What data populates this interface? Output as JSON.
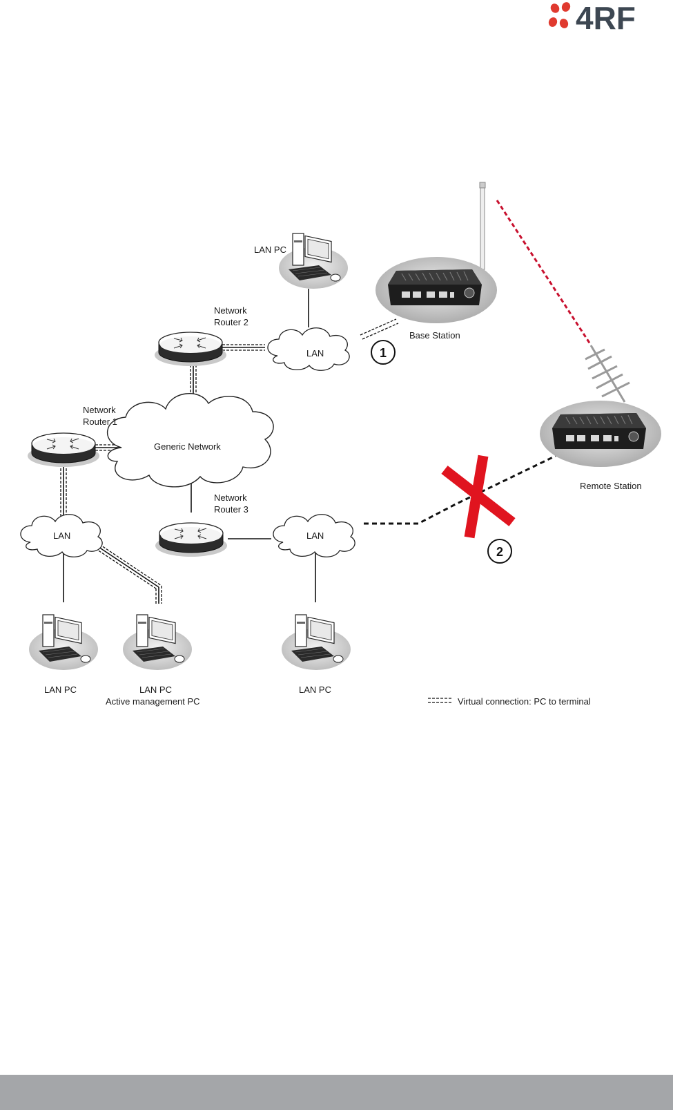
{
  "brand": {
    "logo_text": "4RF",
    "dot_color": "#e03a2f",
    "text_color": "#3d4752"
  },
  "labels": {
    "lan_pc_top": "LAN PC",
    "router2_line1": "Network",
    "router2_line2": "Router 2",
    "router1_line1": "Network",
    "router1_line2": "Router 1",
    "router3_line1": "Network",
    "router3_line2": "Router 3",
    "lan_top": "LAN",
    "lan_left": "LAN",
    "lan_mid": "LAN",
    "generic_network": "Generic Network",
    "base_station": "Base Station",
    "remote_station": "Remote Station",
    "marker_1": "1",
    "marker_2": "2",
    "lan_pc_1": "LAN PC",
    "lan_pc_2": "LAN PC",
    "active_mgmt_pc": "Active management PC",
    "lan_pc_3": "LAN PC",
    "legend_text": "Virtual connection: PC to terminal"
  },
  "colors": {
    "link_fail": "#e0141f",
    "radio_path": "#c8102e",
    "footer": "#a4a6a9"
  }
}
